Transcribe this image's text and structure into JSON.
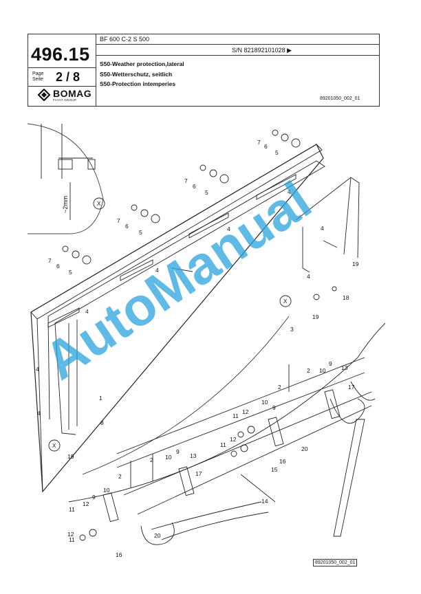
{
  "header": {
    "doc_number": "496.15",
    "page_label_1": "Page",
    "page_label_2": "Seite",
    "page_value": "2 / 8",
    "model": "BF 600 C-2 S 500",
    "serial": "S/N 821892101028 ▶",
    "title_en": "S50-Weather protection,lateral",
    "title_de": "S50-Wetterschutz, seitlich",
    "title_fr": "S50-Protection intemperies",
    "drawing_number": "89201050_002_01",
    "logo_text": "BOMAG",
    "logo_sub": "FAYAT GROUP"
  },
  "drawing": {
    "dimension_label": "~2mm",
    "detail_label": "X",
    "callouts": [
      "1",
      "2",
      "3",
      "4",
      "5",
      "6",
      "7",
      "8",
      "9",
      "10",
      "11",
      "12",
      "13",
      "14",
      "15",
      "16",
      "17",
      "18",
      "19",
      "20"
    ]
  },
  "footer": {
    "drawing_number": "89201050_002_01"
  },
  "watermark": {
    "text": "AutoManual",
    "color": "#29a3dc"
  }
}
